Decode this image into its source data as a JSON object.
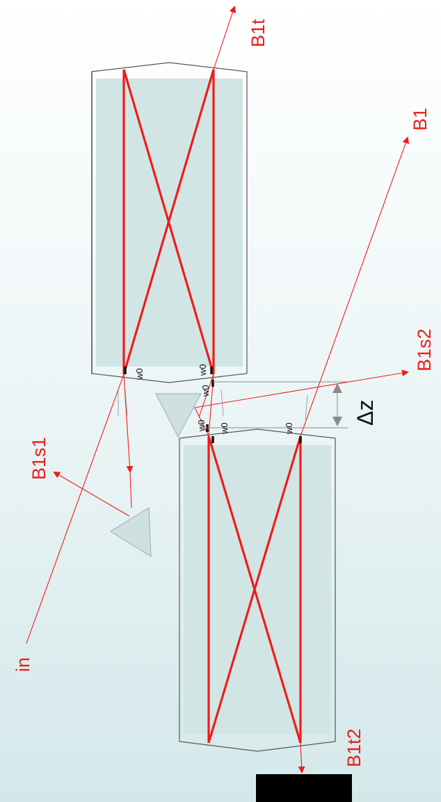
{
  "labels": {
    "b1t": "B1t",
    "b1": "B1",
    "b1s2": "B1s2",
    "b1s1": "B1s1",
    "in": "in",
    "b1t2": "B1t2",
    "delta_z": "Δz",
    "waist": "w0"
  },
  "colors": {
    "beam": "#ee1c1c",
    "crystal_fill": "#d2e5e5",
    "crystal_outline": "#555555",
    "prism_fill": "#cfe0e0",
    "detector": "#000000",
    "dimension": "#8a8a8a"
  }
}
